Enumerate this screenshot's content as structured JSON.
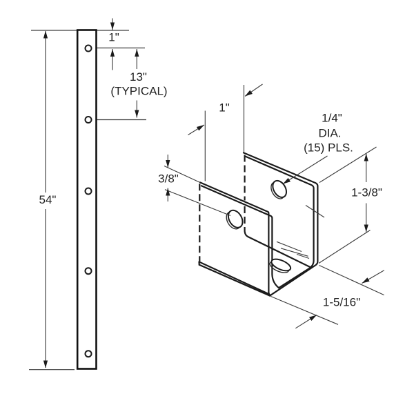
{
  "drawing": {
    "type": "technical-drawing",
    "subject": "continuous U-channel wall bracket, full length elevation and end detail",
    "views": {
      "elevation": {
        "title": "full-length elevation",
        "hole_count_visible": 5,
        "labels": {
          "overall_length": "54\"",
          "top_hole_offset": "1\"",
          "hole_spacing": "13\"",
          "hole_spacing_note": "(TYPICAL)"
        }
      },
      "detail": {
        "title": "channel end isometric detail",
        "labels": {
          "inside_width": "1\"",
          "hole_edge_offset": "3/8\"",
          "hole_note_line1": "1/4\"",
          "hole_note_line2": "DIA.",
          "hole_note_line3": "(15) PLS.",
          "flange_height": "1-3/8\"",
          "outside_width": "1-5/16\""
        }
      }
    },
    "colors": {
      "outline": "#1b1b1b",
      "dimension_lines": "#3d3d3d",
      "text": "#222222",
      "background": "#ffffff"
    }
  }
}
